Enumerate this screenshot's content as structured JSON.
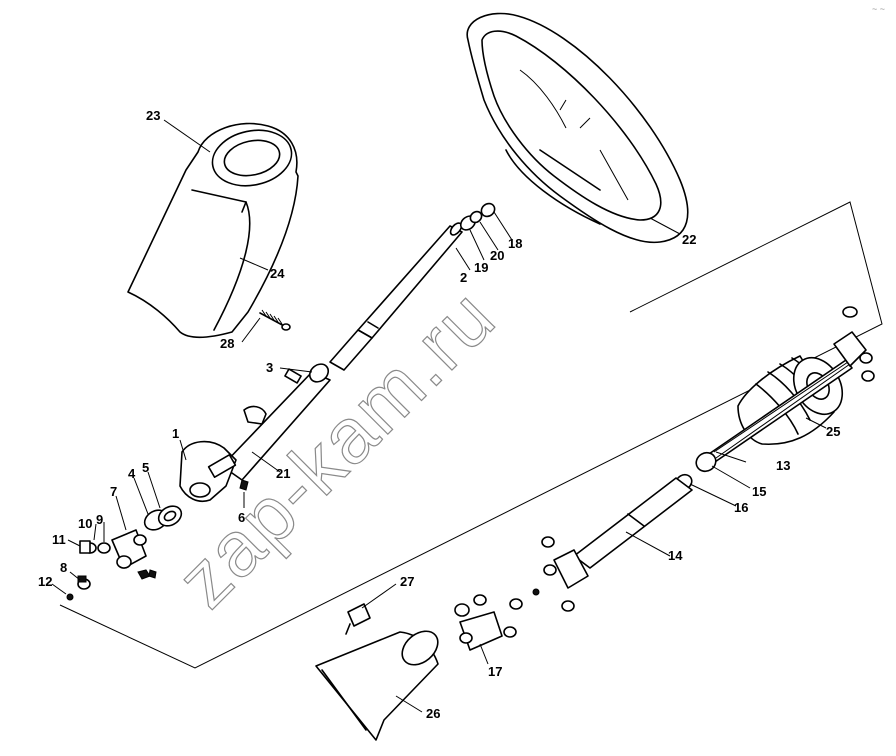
{
  "watermark": "zap-kam.ru",
  "corner_mark": "~ ~",
  "callouts": {
    "n1": "1",
    "n2": "2",
    "n3": "3",
    "n4": "4",
    "n5": "5",
    "n6": "6",
    "n7": "7",
    "n8": "8",
    "n9": "9",
    "n10": "10",
    "n11": "11",
    "n12": "12",
    "n13": "13",
    "n14": "14",
    "n15": "15",
    "n16": "16",
    "n17": "17",
    "n18": "18",
    "n19": "19",
    "n20": "20",
    "n21": "21",
    "n22": "22",
    "n23": "23",
    "n24": "24",
    "n25": "25",
    "n26": "26",
    "n27": "27",
    "n28": "28"
  }
}
